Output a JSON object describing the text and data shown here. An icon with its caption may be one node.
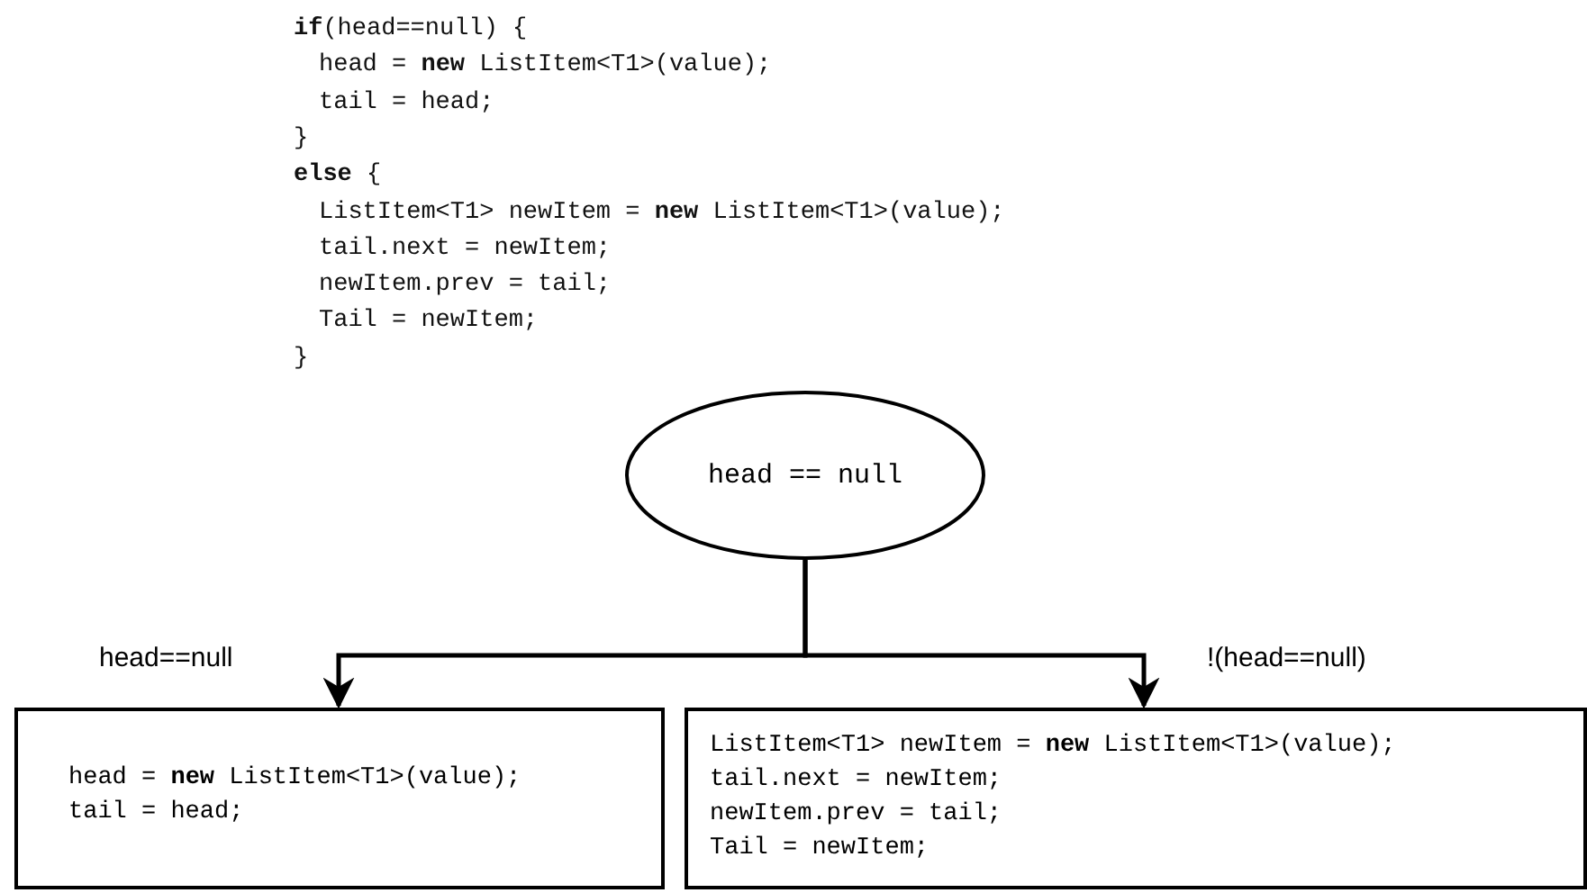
{
  "diagram": {
    "nodes": [
      {
        "text": [
          "head == null"
        ]
      },
      {
        "text": [
          "head = **new** ListItem<T1>(value);",
          "tail = head;"
        ]
      },
      {
        "text": [
          "ListItem<T1> newItem = **new** ListItem<T1>(value);",
          "tail.next = newItem;",
          "newItem.prev = tail;",
          "Tail = newItem;"
        ]
      }
    ],
    "edges": [
      {
        "from": 0,
        "to": 1,
        "arrow": "to",
        "label": "head==null"
      },
      {
        "from": 0,
        "to": 2,
        "arrow": "to",
        "label": "!(head==null)"
      }
    ],
    "labels": [
      "**if**(head==null) {",
      "head = **new** ListItem<T1>(value);",
      "tail = head;",
      "}",
      "**else** {",
      "ListItem<T1> newItem = **new** ListItem<T1>(value);",
      "tail.next = newItem;",
      "newItem.prev = tail;",
      "Tail = newItem;",
      "}"
    ]
  }
}
